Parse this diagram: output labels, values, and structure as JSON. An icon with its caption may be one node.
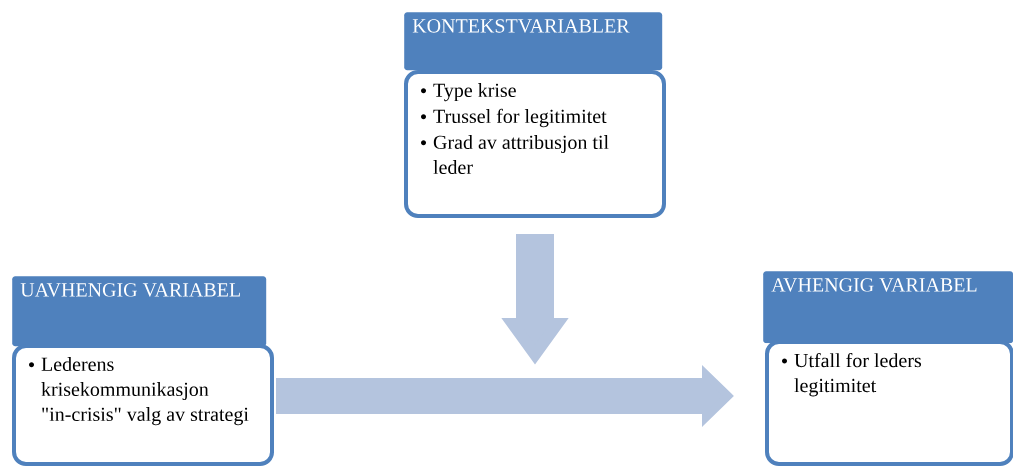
{
  "diagram": {
    "nodes": [
      {
        "text": [
          "KONTEKSTVARIABLER"
        ]
      },
      {
        "text": [
          "Type krise",
          "Trussel for legitimitet",
          "Grad av attribusjon til leder"
        ]
      },
      {
        "text": [
          "UAVHENGIG VARIABEL"
        ]
      },
      {
        "text": [
          "Lederens krisekommunikasjon \"in-crisis\" valg av strategi"
        ]
      },
      {
        "text": [
          "AVHENGIG VARIABEL"
        ]
      },
      {
        "text": [
          "Utfall for leders legitimitet"
        ]
      }
    ],
    "edges": [
      {
        "from": 1,
        "to": null,
        "arrow": "to"
      },
      {
        "from": 3,
        "to": 5,
        "arrow": "to"
      }
    ]
  }
}
